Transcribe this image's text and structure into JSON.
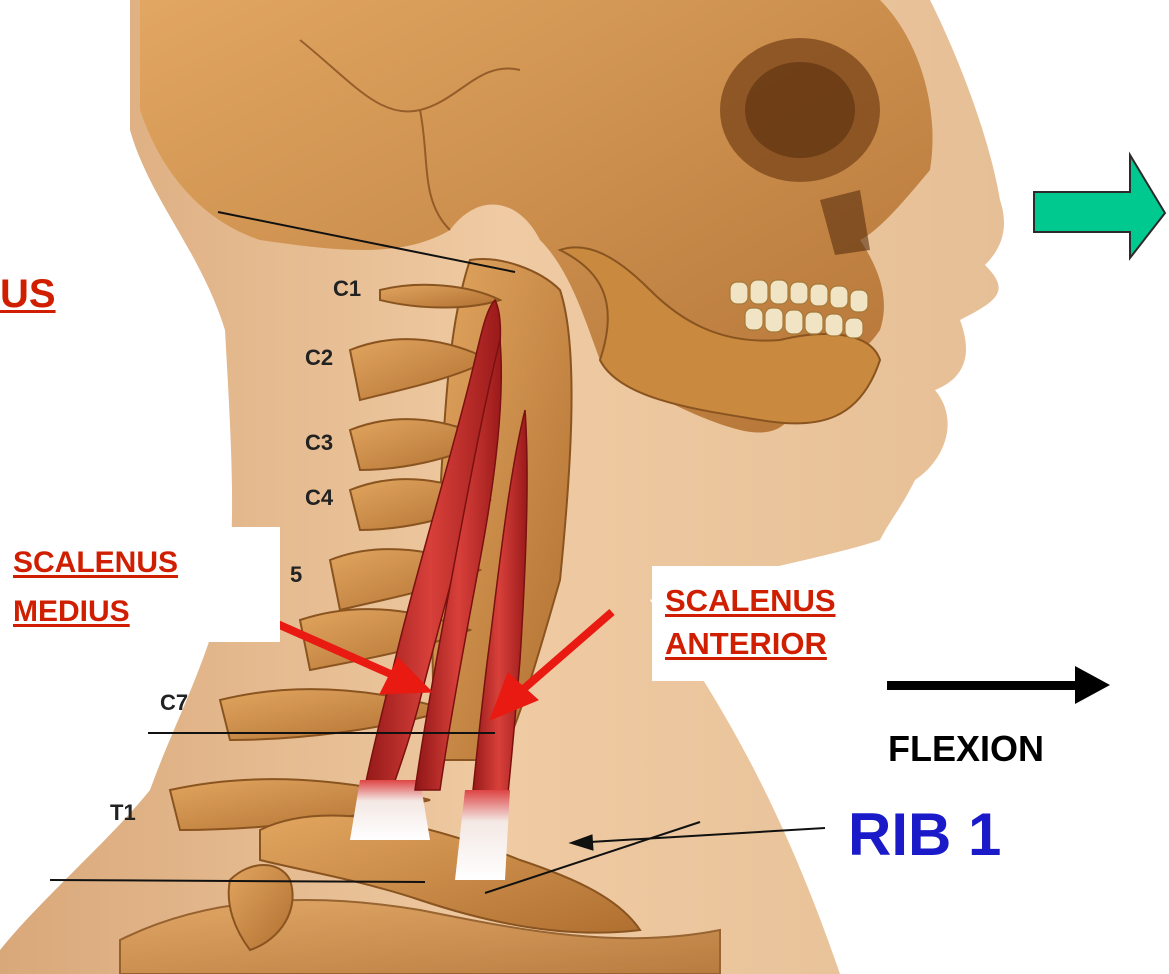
{
  "labels": {
    "partial_left": "US",
    "scalenus_medius_line1": "SCALENUS",
    "scalenus_medius_line2": "MEDIUS",
    "scalenus_anterior_line1": "SCALENUS",
    "scalenus_anterior_line2": "ANTERIOR",
    "flexion": "FLEXION",
    "rib1": "RIB 1"
  },
  "vertebra_labels": {
    "c1": "C1",
    "c2": "C2",
    "c3": "C3",
    "c4": "C4",
    "c5_partial": "5",
    "c7": "C7",
    "t1": "T1"
  },
  "colors": {
    "label_red": "#d01f00",
    "rib_blue": "#1a1ac8",
    "muscle_red": "#c2262a",
    "arrow_green": "#00c98f",
    "skin": "#e8c39a",
    "bone": "#c98a3f"
  },
  "icons": [
    "green-right-arrow-icon",
    "black-right-arrow-icon",
    "red-pointer-arrow-icon"
  ]
}
